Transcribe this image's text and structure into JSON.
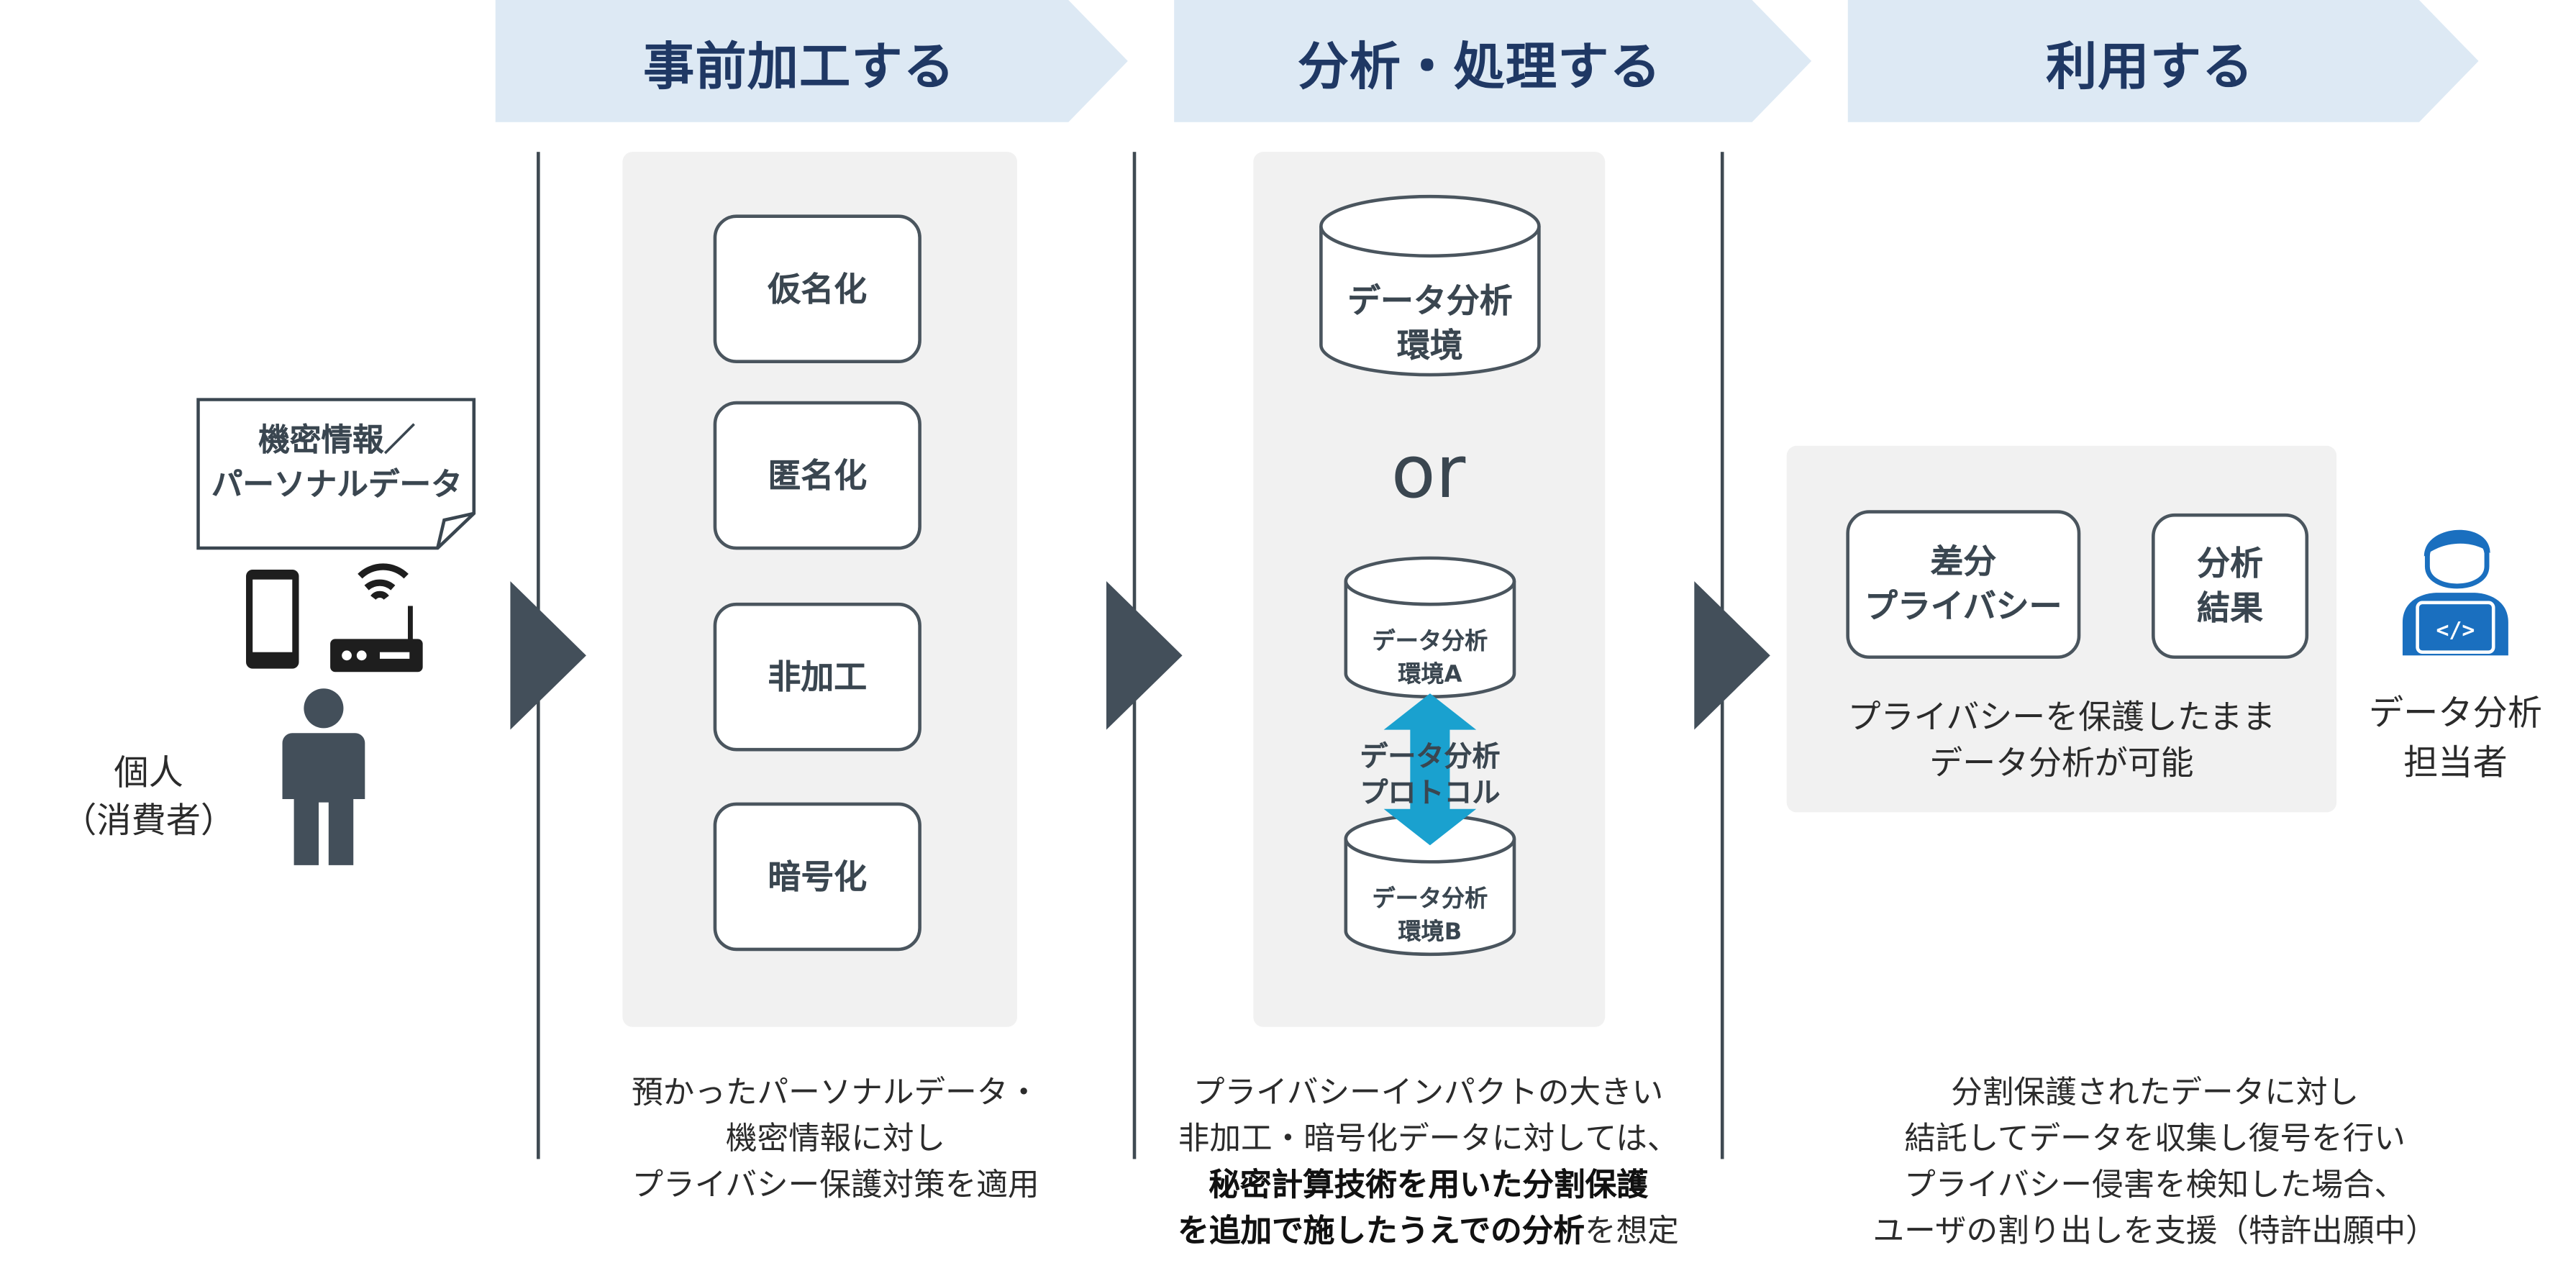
{
  "headers": [
    "事前加工する",
    "分析・処理する",
    "利用する"
  ],
  "person": {
    "label_line1": "個人",
    "label_line2": "（消費者）",
    "speech_line1": "機密情報／",
    "speech_line2": "パーソナルデータ"
  },
  "preprocess": {
    "methods": [
      "仮名化",
      "匿名化",
      "非加工",
      "暗号化"
    ],
    "caption_lines": [
      "預かったパーソナルデータ・",
      "機密情報に対し",
      "プライバシー保護対策を適用"
    ]
  },
  "analysis": {
    "env_line1": "データ分析",
    "env_line2": "環境",
    "or_text": "or",
    "env_a_line1": "データ分析",
    "env_a_line2": "環境A",
    "protocol_line1": "データ分析",
    "protocol_line2": "プロトコル",
    "env_b_line1": "データ分析",
    "env_b_line2": "環境B",
    "caption_line1": "プライバシーインパクトの大きい",
    "caption_line2": "非加工・暗号化データに対しては、",
    "caption_bold1": "秘密計算技術を用いた分割保護",
    "caption_bold2": "を追加で施したうえでの分析",
    "caption_tail": "を想定"
  },
  "usage": {
    "box1_line1": "差分",
    "box1_line2": "プライバシー",
    "box2_line1": "分析",
    "box2_line2": "結果",
    "panel_text_line1": "プライバシーを保護したまま",
    "panel_text_line2": "データ分析が可能",
    "analyst_line1": "データ分析",
    "analyst_line2": "担当者",
    "caption_lines": [
      "分割保護されたデータに対し",
      "結託してデータを収集し復号を行い",
      "プライバシー侵害を検知した場合、",
      "ユーザの割り出しを支援（特許出願中）"
    ]
  },
  "colors": {
    "header_bg": "#dde9f4",
    "header_text": "#1f3864",
    "dark": "#434f5a",
    "accent": "#1aa1cf",
    "analyst_blue": "#1a6fbf",
    "panel_bg": "#f1f1f1"
  },
  "icons": [
    "smartphone-icon",
    "wifi-router-icon",
    "person-icon",
    "analyst-laptop-icon",
    "arrow-icon",
    "double-arrow-icon",
    "cylinder-icon"
  ]
}
